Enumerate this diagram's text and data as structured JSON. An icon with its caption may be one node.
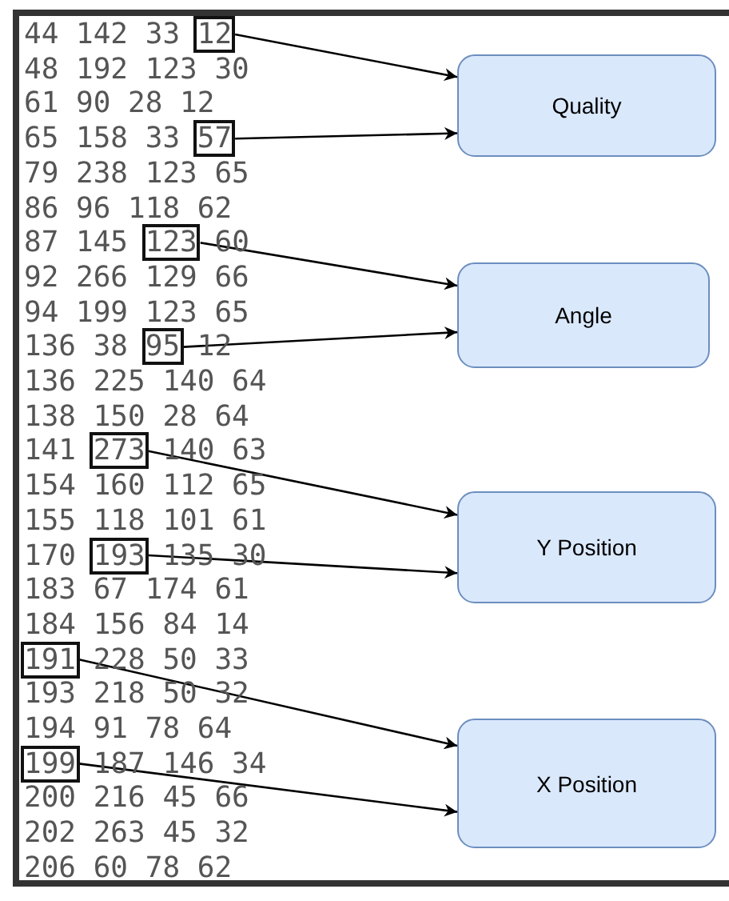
{
  "diagram": {
    "nodes": [
      {
        "text": [
          "12"
        ]
      },
      {
        "text": [
          "57"
        ]
      },
      {
        "text": [
          "123"
        ]
      },
      {
        "text": [
          "95"
        ]
      },
      {
        "text": [
          "273"
        ]
      },
      {
        "text": [
          "193"
        ]
      },
      {
        "text": [
          "191"
        ]
      },
      {
        "text": [
          "199"
        ]
      },
      {
        "text": [
          "Quality"
        ]
      },
      {
        "text": [
          "Angle"
        ]
      },
      {
        "text": [
          "Y Position"
        ]
      },
      {
        "text": [
          "X Position"
        ]
      }
    ],
    "edges": [
      {
        "from": 0,
        "to": 8,
        "arrow": "to"
      },
      {
        "from": 1,
        "to": 8,
        "arrow": "to"
      },
      {
        "from": 2,
        "to": 9,
        "arrow": "to"
      },
      {
        "from": 3,
        "to": 9,
        "arrow": "to"
      },
      {
        "from": 4,
        "to": 10,
        "arrow": "to"
      },
      {
        "from": 5,
        "to": 10,
        "arrow": "to"
      },
      {
        "from": 6,
        "to": 11,
        "arrow": "to"
      },
      {
        "from": 7,
        "to": 11,
        "arrow": "to"
      }
    ],
    "labels": [
      "44 142 33",
      "48 192 123 30",
      "61 90 28 12",
      "65 158 33",
      "79 238 123 65",
      "86 96 118 62",
      "87 145",
      "60",
      "92 266 129 66",
      "94 199 123 65",
      "136 38",
      "12",
      "136 225 140 64",
      "138 150 28 64",
      "141",
      "140 63",
      "154 160 112 65",
      "155 118 101 61",
      "170",
      "135 30",
      "183 67 174 61",
      "184 156 84 14",
      "228 50 33",
      "193 218 50 32",
      "194 91 78 64",
      "187 146 34",
      "200 216 45 66",
      "202 263 45 32",
      "206 60 78 62"
    ]
  }
}
